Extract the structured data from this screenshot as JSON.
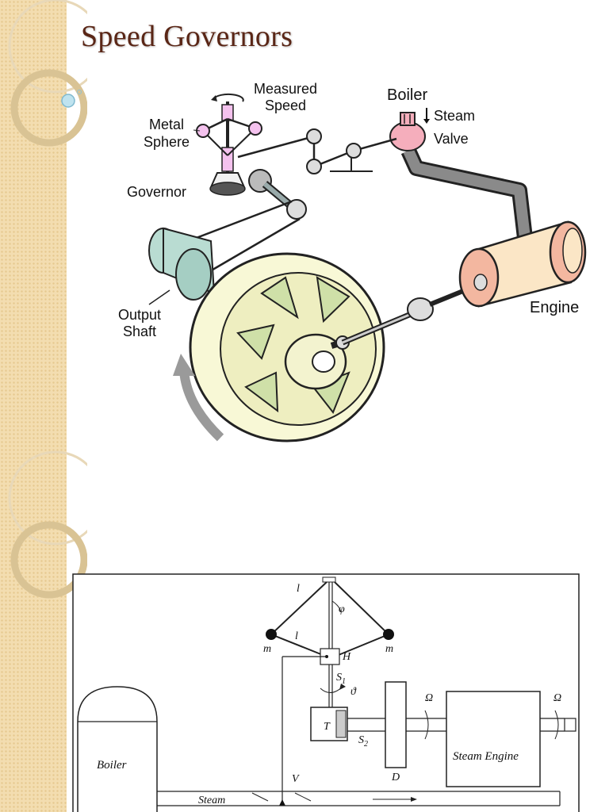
{
  "slide": {
    "title": "Speed Governors"
  },
  "figure_top": {
    "labels": {
      "measured": "Measured",
      "speed": "Speed",
      "boiler": "Boiler",
      "steam": "Steam",
      "valve": "Valve",
      "metal": "Metal",
      "sphere": "Sphere",
      "governor": "Governor",
      "output": "Output",
      "shaft": "Shaft",
      "engine": "Engine"
    },
    "colors": {
      "sphere": "#f4c2ee",
      "boiler_valve": "#f5aebc",
      "flywheel": "#f8f8d6",
      "flywheel_window": "#cfe0a8",
      "engine_body": "#fbe6c6",
      "engine_caps": "#f3b7a0",
      "output_shaft": "#b9dcd2",
      "pipe": "#8a8a8a"
    }
  },
  "figure_bottom": {
    "labels": {
      "l_top": "l",
      "l_bottom": "l",
      "phi": "φ",
      "m_left": "m",
      "m_right": "m",
      "H": "H",
      "S1_base": "S",
      "S1_sub": "1",
      "theta": "ϑ",
      "T": "T",
      "S2_base": "S",
      "S2_sub": "2",
      "omega_left": "Ω",
      "omega_right": "Ω",
      "boiler": "Boiler",
      "steam_engine": "Steam Engine",
      "V": "V",
      "D": "D",
      "steam": "Steam"
    }
  }
}
